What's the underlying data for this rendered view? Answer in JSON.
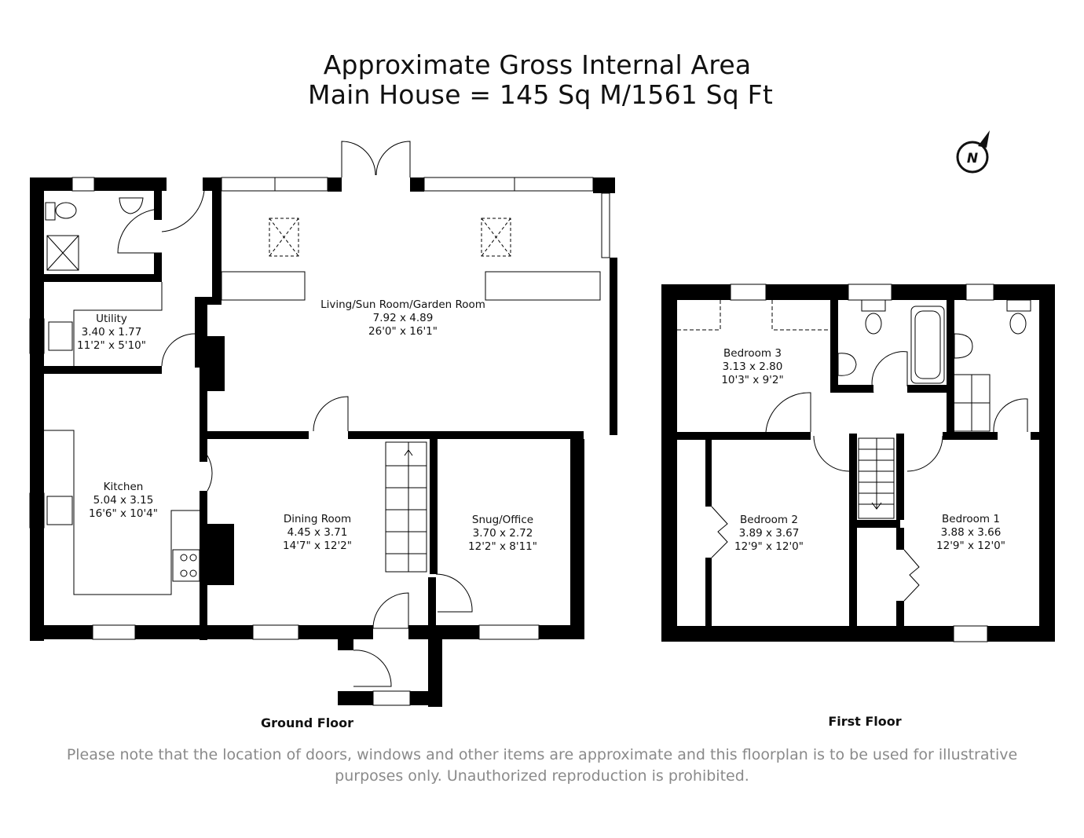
{
  "header": {
    "title_line1": "Approximate Gross Internal Area",
    "title_line2": "Main House = 145 Sq M/1561 Sq Ft"
  },
  "compass": {
    "icon": "north-arrow-icon",
    "label": "N"
  },
  "floors": [
    {
      "name": "Ground Floor",
      "rooms": [
        {
          "name": "Utility",
          "metric": "3.40 x 1.77",
          "imperial": "11'2\" x 5'10\""
        },
        {
          "name": "Living/Sun Room/Garden Room",
          "metric": "7.92 x 4.89",
          "imperial": "26'0\" x 16'1\""
        },
        {
          "name": "Kitchen",
          "metric": "5.04 x 3.15",
          "imperial": "16'6\" x 10'4\""
        },
        {
          "name": "Dining Room",
          "metric": "4.45 x 3.71",
          "imperial": "14'7\" x 12'2\""
        },
        {
          "name": "Snug/Office",
          "metric": "3.70 x 2.72",
          "imperial": "12'2\" x 8'11\""
        }
      ]
    },
    {
      "name": "First Floor",
      "rooms": [
        {
          "name": "Bedroom 3",
          "metric": "3.13 x 2.80",
          "imperial": "10'3\" x 9'2\""
        },
        {
          "name": "Bedroom 2",
          "metric": "3.89 x 3.67",
          "imperial": "12'9\" x 12'0\""
        },
        {
          "name": "Bedroom 1",
          "metric": "3.88 x 3.66",
          "imperial": "12'9\" x 12'0\""
        }
      ]
    }
  ],
  "footer": {
    "disclaimer_line1": "Please note that the location of doors, windows and other items are approximate and this floorplan is to be used for illustrative",
    "disclaimer_line2": "purposes only. Unauthorized reproduction is prohibited."
  }
}
